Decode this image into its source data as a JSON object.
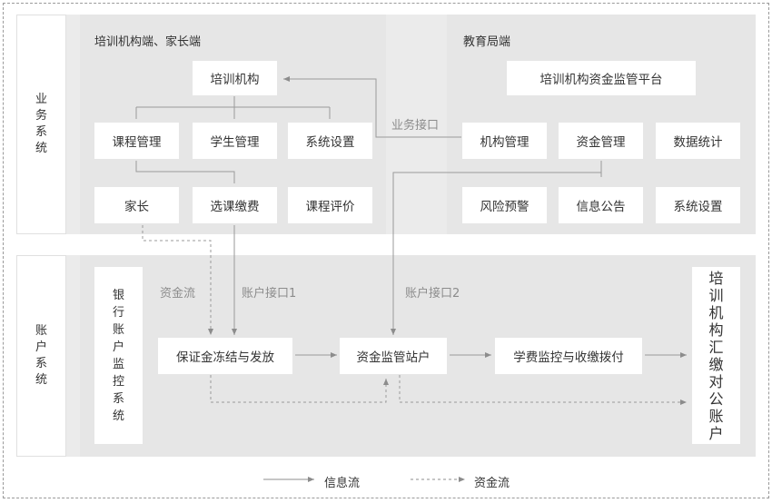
{
  "rows": {
    "business": "业务系统",
    "account": "账户系统"
  },
  "left_section": {
    "title": "培训机构端、家长端",
    "top": "培训机构",
    "row1": [
      "课程管理",
      "学生管理",
      "系统设置"
    ],
    "row2": [
      "家长",
      "选课缴费",
      "课程评价"
    ]
  },
  "right_section": {
    "title": "教育局端",
    "top": "培训机构资金监管平台",
    "row1": [
      "机构管理",
      "资金管理",
      "数据统计"
    ],
    "row2": [
      "风险预警",
      "信息公告",
      "系统设置"
    ]
  },
  "interfaces": {
    "business": "业务接口",
    "account1": "账户接口1",
    "account2": "账户接口2",
    "fund_flow": "资金流"
  },
  "bank": {
    "label": "银行账户监控系统",
    "deposit": "保证金冻结与发放",
    "supervision": "资金监管站户",
    "tuition": "学费监控与收缴拨付",
    "public_account": "培训机构汇缴对公账户"
  },
  "legend": {
    "info": "信息流",
    "fund": "资金流"
  },
  "colors": {
    "band": "#ebebeb",
    "line": "#8c8c8c"
  }
}
